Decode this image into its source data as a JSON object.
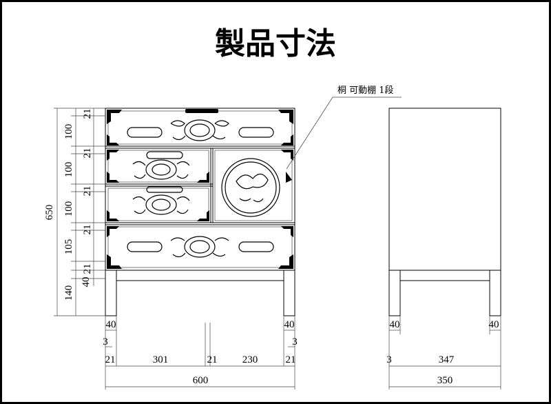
{
  "title": "製品寸法",
  "annotation": "桐 可動棚 1段",
  "dimensions": {
    "left_vertical": {
      "total": "650",
      "segments": [
        "21",
        "100",
        "21",
        "100",
        "21",
        "100",
        "21",
        "105",
        "40",
        "21",
        "140"
      ]
    },
    "front_bottom": {
      "leg_left": "40",
      "leg_right": "40",
      "inset_left": "3",
      "inset_right": "3",
      "row3": [
        "21",
        "301",
        "21",
        "230",
        "21"
      ],
      "total_width": "600"
    },
    "side_bottom": {
      "leg_left": "40",
      "leg_right": "40",
      "inset": "3",
      "inner": "347",
      "total_depth": "350"
    }
  }
}
